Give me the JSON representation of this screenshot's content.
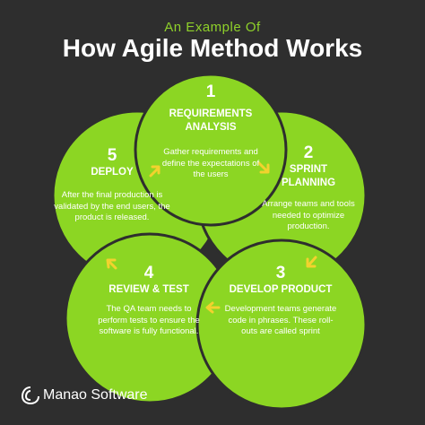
{
  "header": {
    "subtitle": "An Example Of",
    "title": "How Agile Method Works"
  },
  "steps": [
    {
      "number": "1",
      "title": "REQUIREMENTS\nANALYSIS",
      "description": "Gather requirements and define the expectations of the users"
    },
    {
      "number": "2",
      "title": "SPRINT\nPLANNING",
      "description": "Arrange teams and tools needed to optimize production."
    },
    {
      "number": "3",
      "title": "DEVELOP PRODUCT",
      "description": "Development teams generate code in phrases. These roll-outs are called sprint"
    },
    {
      "number": "4",
      "title": "REVIEW & TEST",
      "description": "The QA team needs to perform tests to ensure the software is fully functional."
    },
    {
      "number": "5",
      "title": "DEPLOY",
      "description": "After the final production is validated by the end users, the product is released."
    }
  ],
  "colors": {
    "accent": "#8cd623",
    "arrow": "#f2d22e",
    "background": "#2e2e2e"
  },
  "footer": {
    "brand": "Manao Software"
  }
}
